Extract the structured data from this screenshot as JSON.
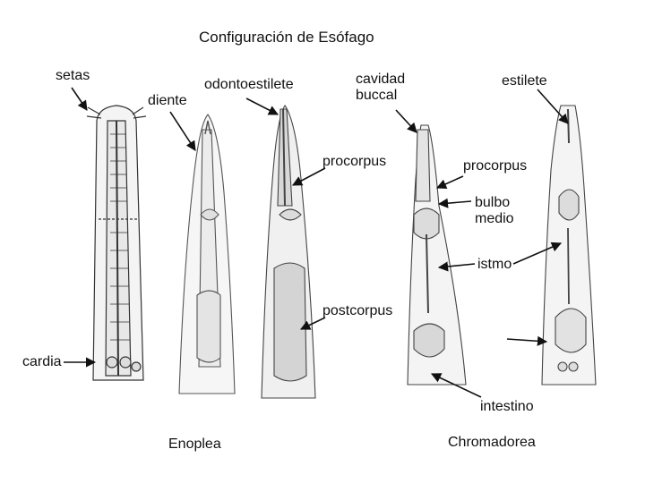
{
  "title": "Configuración de Esófago",
  "labels": {
    "setas": "setas",
    "diente": "diente",
    "odontoestilete": "odontoestilete",
    "cavidad_buccal": "cavidad\nbuccal",
    "estilete": "estilete",
    "procorpus_left": "procorpus",
    "procorpus_right": "procorpus",
    "bulbo_medio": "bulbo\nmedio",
    "istmo": "istmo",
    "postcorpus": "postcorpus",
    "cardia": "cardia",
    "intestino": "intestino"
  },
  "groups": {
    "left": "Enoplea",
    "right": "Chromadorea"
  },
  "colors": {
    "ink": "#111111",
    "body_fill": "#f4f4f4",
    "organ_fill": "#e6e6e6",
    "stroke": "#333333"
  }
}
